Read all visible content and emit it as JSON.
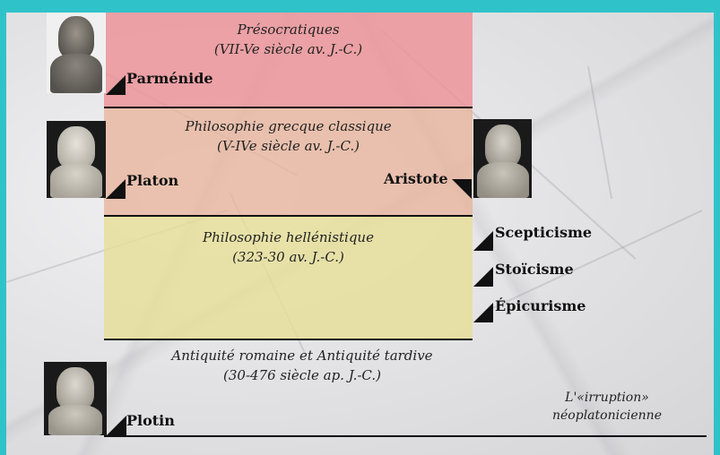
{
  "eras": [
    {
      "title": "Présocratiques",
      "period": "(VII-Ve siècle av. J.-C.)",
      "color": "#ec9196"
    },
    {
      "title": "Philosophie grecque classique",
      "period": "(V-IVe siècle av. J.-C.)",
      "color": "#e8b49b"
    },
    {
      "title": "Philosophie hellénistique",
      "period": "(323-30 av. J.-C.)",
      "color": "#e6de96"
    },
    {
      "title": "Antiquité romaine et Antiquité tardive",
      "period": "(30-476 siècle ap. J.-C.)",
      "color": ""
    }
  ],
  "philosophers": {
    "parmenide": "Parménide",
    "platon": "Platon",
    "aristote": "Aristote",
    "plotin": "Plotin"
  },
  "schools": [
    "Scepticisme",
    "Stoïcisme",
    "Épicurisme"
  ],
  "note": {
    "line1": "L'«irruption»",
    "line2": "néoplatonicienne"
  }
}
